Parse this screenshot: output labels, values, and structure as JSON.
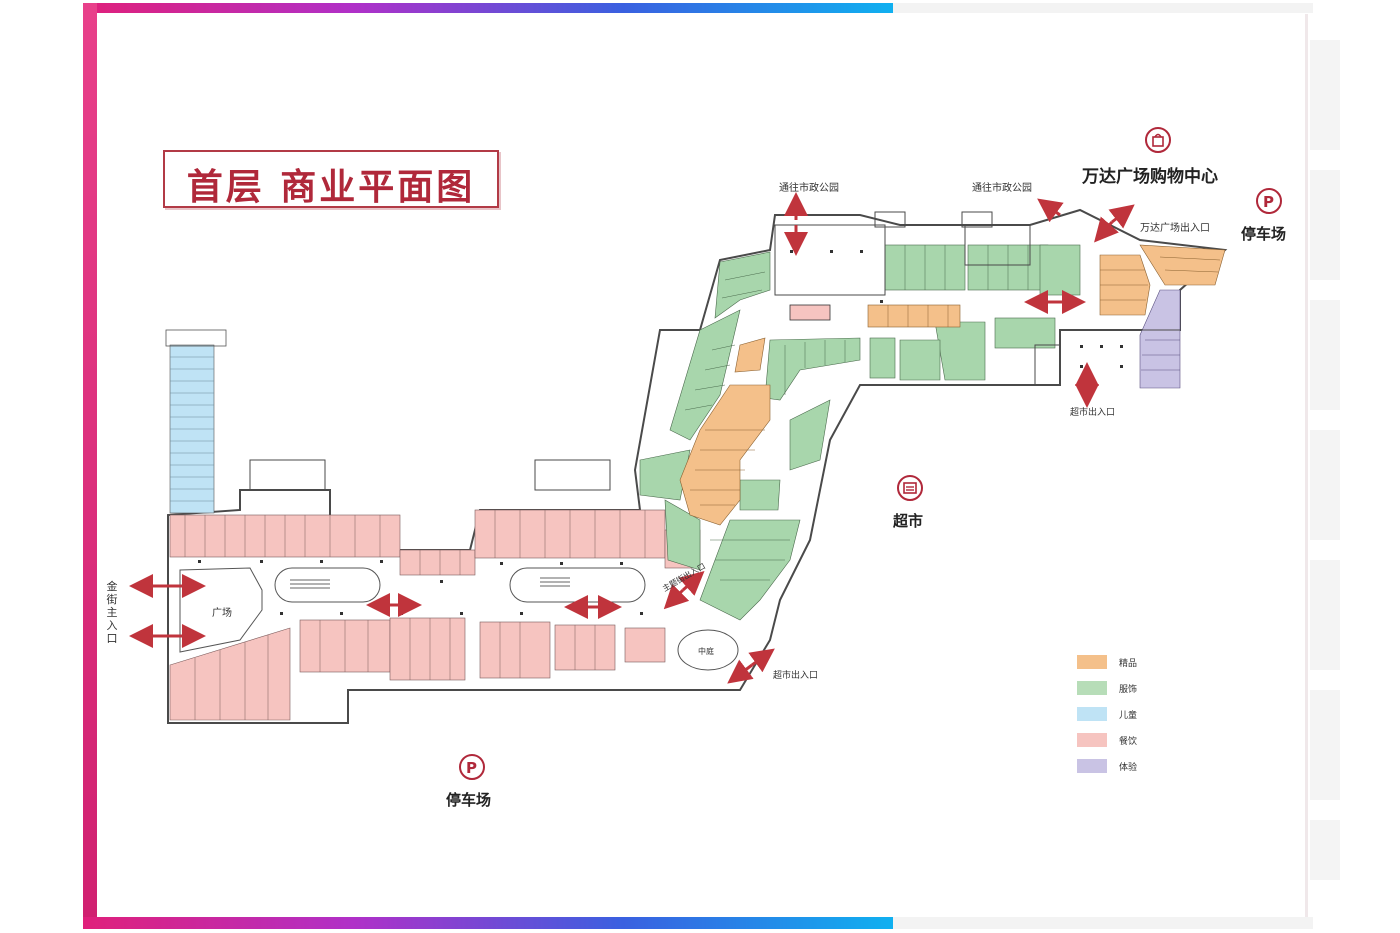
{
  "title": "首层 商业平面图",
  "labels": {
    "to_park_1": "通往市政公园",
    "to_park_2": "通往市政公园",
    "wanda_center": "万达广场购物中心",
    "wanda_entrance": "万达广场出入口",
    "parking_top": "停车场",
    "supermarket_exit_top": "超市出入口",
    "supermarket": "超市",
    "main_entrance_small": "主题街出入口",
    "supermarket_exit_bottom": "超市出入口",
    "square": "广场",
    "street_main_entrance": "金街主入口",
    "parking_bottom": "停车场",
    "courtyard": "中庭"
  },
  "legend": [
    {
      "label": "精品",
      "color": "#f4c08a"
    },
    {
      "label": "服饰",
      "color": "#b7ddb8"
    },
    {
      "label": "儿童",
      "color": "#bfe3f5"
    },
    {
      "label": "餐饮",
      "color": "#f6c4c0"
    },
    {
      "label": "体验",
      "color": "#c9c3e4"
    }
  ],
  "colors": {
    "accent": "#b0283a",
    "arrow": "#c0343c",
    "wall": "#4a4a4a",
    "boutique": "#f4c08a",
    "apparel": "#a8d6ac",
    "kids": "#bfe3f5",
    "dining": "#f6c4c0",
    "experience": "#c9c3e4"
  },
  "icons": [
    "shopping-bag-icon",
    "parking-icon",
    "supermarket-icon"
  ]
}
